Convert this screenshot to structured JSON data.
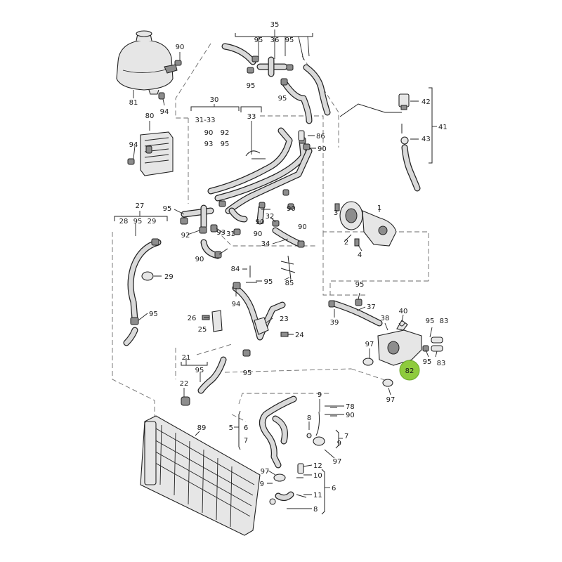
{
  "labels": {
    "p35": "35",
    "p95a": "95",
    "p36": "36",
    "p95b": "95",
    "p90a": "90",
    "p95c": "95",
    "p95d": "95",
    "p81": "81",
    "p94a": "94",
    "p80": "80",
    "p94b": "94",
    "p42": "42",
    "p41": "41",
    "p43": "43",
    "p30": "30",
    "p3133": "31-33",
    "p33": "33",
    "p90b": "90",
    "p92a": "92",
    "p93a": "93",
    "p95e": "95",
    "p86": "86",
    "p90c": "90",
    "p27": "27",
    "p28": "28",
    "p95f": "95",
    "p29a": "29",
    "p29b": "29",
    "p95g": "95",
    "p95h": "95",
    "p92b": "92",
    "p31": "31",
    "p93b": "93",
    "p90d": "90",
    "p32": "32",
    "p90e": "90",
    "p90f": "90",
    "p90g": "90",
    "p34": "34",
    "p3": "3",
    "p1": "1",
    "p2": "2",
    "p4": "4",
    "p84": "84",
    "p95i": "95",
    "p85": "85",
    "p94c": "94",
    "p23": "23",
    "p26": "26",
    "p25": "25",
    "p24": "24",
    "p95j": "95",
    "p95k": "95",
    "p37": "37",
    "p40": "40",
    "p39": "39",
    "p38": "38",
    "p95l": "95",
    "p83a": "83",
    "p97a": "97",
    "p95m": "95",
    "p83b": "83",
    "p82": "82",
    "p97b": "97",
    "p21": "21",
    "p95n": "95",
    "p22": "22",
    "p89": "89",
    "p5": "5",
    "p6a": "6",
    "p7a": "7",
    "p9a": "9",
    "p78": "78",
    "p90h": "90",
    "p8a": "8",
    "p7b": "7",
    "p9b": "9",
    "p97c": "97",
    "p97d": "97",
    "p12": "12",
    "p10": "10",
    "p9c": "9",
    "p6b": "6",
    "p11": "11",
    "p8b": "8"
  },
  "highlight": {
    "part": "82",
    "color": "#8ecb3c"
  },
  "colors": {
    "line": "#222222",
    "fill": "#e6e6e6",
    "group_line": "#6a6a6a"
  }
}
